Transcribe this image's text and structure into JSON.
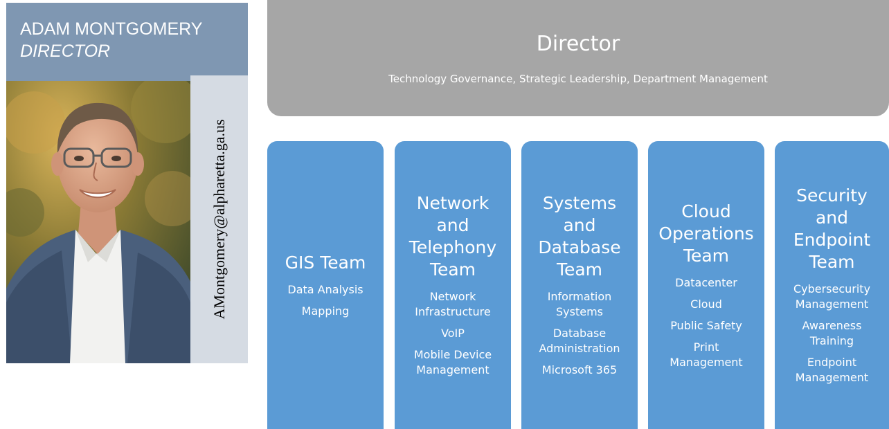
{
  "profile": {
    "name": "ADAM MONTGOMERY",
    "role": "DIRECTOR",
    "email": "AMontgomery@alpharetta.ga.us"
  },
  "director": {
    "title": "Director",
    "subtitle": "Technology Governance, Strategic Leadership, Department Management"
  },
  "teams": [
    {
      "title": [
        "GIS Team"
      ],
      "items": [
        [
          "Data Analysis"
        ],
        [
          "Mapping"
        ]
      ]
    },
    {
      "title": [
        "Network",
        "and",
        "Telephony",
        "Team"
      ],
      "items": [
        [
          "Network",
          "Infrastructure"
        ],
        [
          "VoIP"
        ],
        [
          "Mobile Device",
          "Management"
        ]
      ]
    },
    {
      "title": [
        "Systems",
        "and",
        "Database",
        "Team"
      ],
      "items": [
        [
          "Information",
          "Systems"
        ],
        [
          "Database",
          "Administration"
        ],
        [
          "Microsoft 365"
        ]
      ]
    },
    {
      "title": [
        "Cloud",
        "Operations",
        "Team"
      ],
      "items": [
        [
          "Datacenter"
        ],
        [
          "Cloud"
        ],
        [
          "Public Safety"
        ],
        [
          "Print",
          "Management"
        ]
      ]
    },
    {
      "title": [
        "Security",
        "and",
        "Endpoint",
        "Team"
      ],
      "items": [
        [
          "Cybersecurity",
          "Management"
        ],
        [
          "Awareness",
          "Training"
        ],
        [
          "Endpoint",
          "Management"
        ]
      ]
    }
  ],
  "colors": {
    "team_blue": "#5b9bd5",
    "director_gray": "#a6a6a6",
    "profile_header": "#7f97b2",
    "email_strip": "#d5dbe3"
  }
}
